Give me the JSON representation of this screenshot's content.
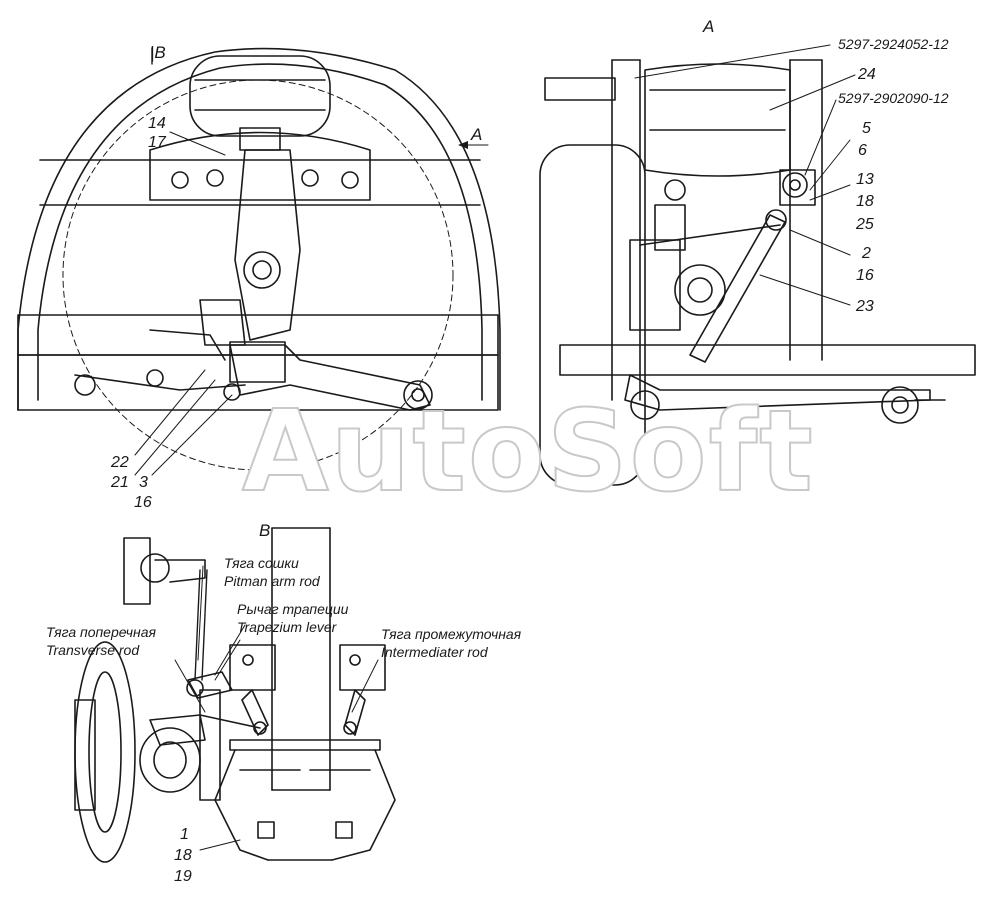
{
  "views": {
    "main": {
      "section_marker": "|B",
      "view_marker": "A",
      "callouts": [
        "14",
        "17",
        "22",
        "21",
        "3",
        "16"
      ]
    },
    "view_a": {
      "title": "A",
      "part_numbers": [
        "5297-2924052-12",
        "5297-2902090-12"
      ],
      "callouts": [
        "24",
        "5",
        "6",
        "13",
        "18",
        "25",
        "2",
        "16",
        "23"
      ]
    },
    "view_b": {
      "title": "B",
      "labels": {
        "pitman_ru": "Тяга сошки",
        "pitman_en": "Pitman arm rod",
        "trapezium_ru": "Рычаг трапеции",
        "trapezium_en": "Trapezium lever",
        "transverse_ru": "Тяга поперечная",
        "transverse_en": "Transverse rod",
        "intermediate_ru": "Тяга промежуточная",
        "intermediate_en": "Intermediater rod"
      },
      "callouts": [
        "1",
        "18",
        "19"
      ]
    }
  },
  "watermark": "AutoSoft"
}
